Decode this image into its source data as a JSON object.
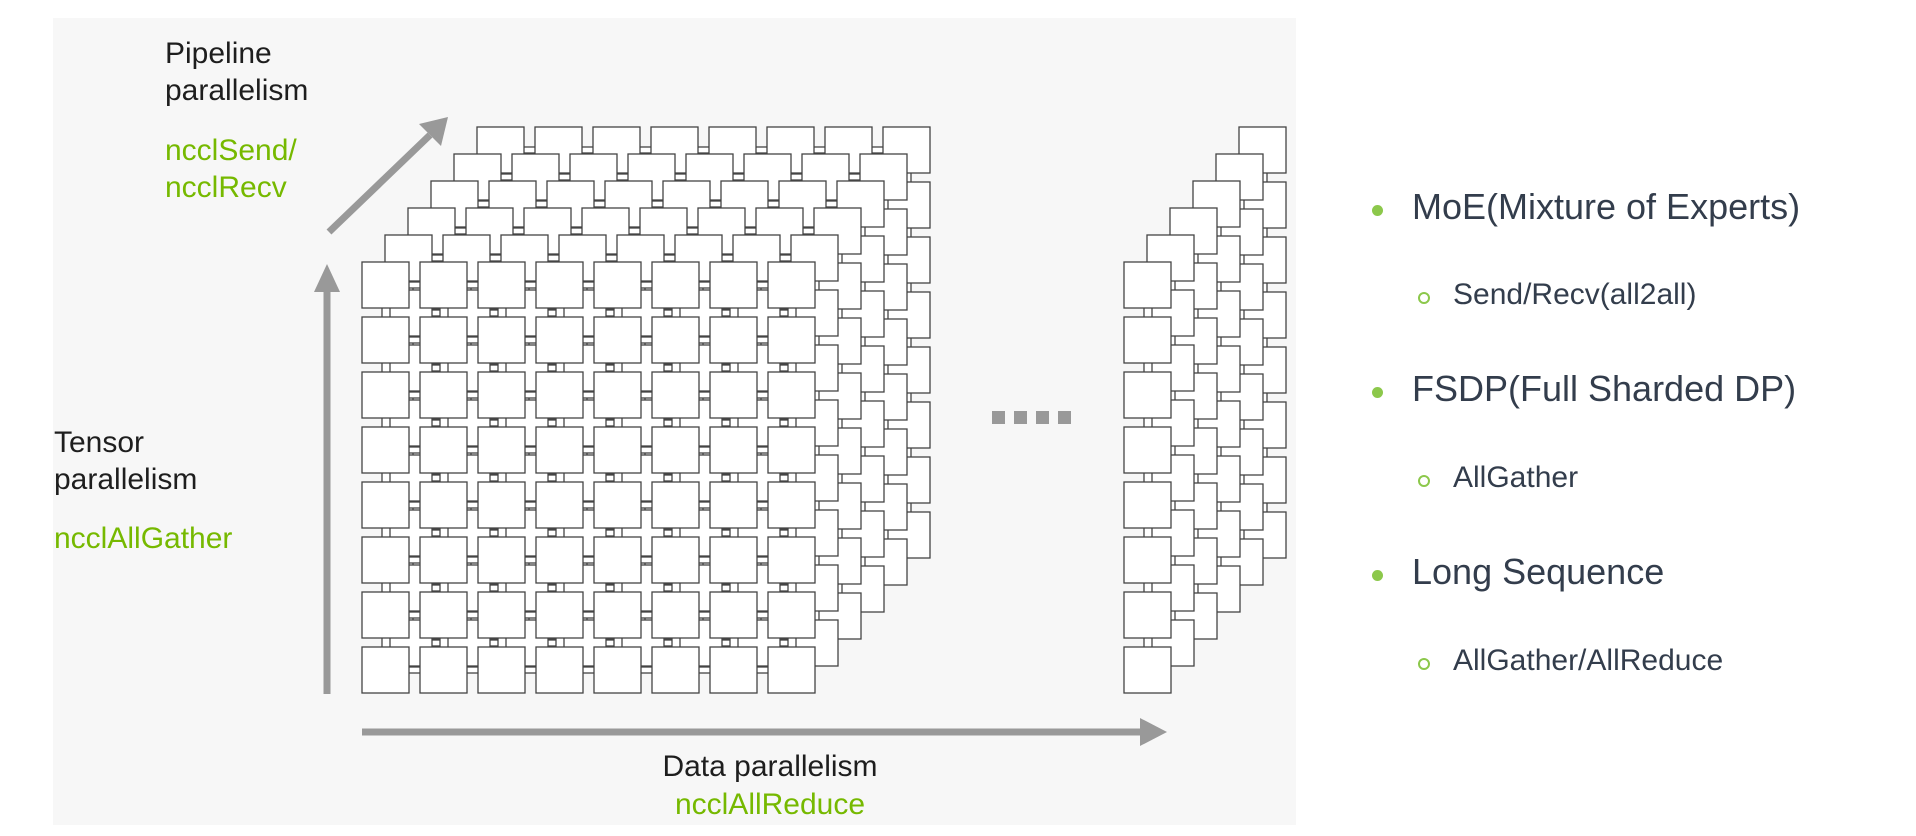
{
  "colors": {
    "accent": "#76b900",
    "bullet": "#8cc84b",
    "text": "#333d4c",
    "arrow": "#999999"
  },
  "diagram": {
    "pipeline": {
      "line1": "Pipeline",
      "line2": "parallelism",
      "op1": "ncclSend/",
      "op2": "ncclRecv"
    },
    "tensor": {
      "line1": "Tensor",
      "line2": "parallelism",
      "op": "ncclAllGather"
    },
    "data": {
      "line1": "Data parallelism",
      "op": "ncclAllReduce"
    },
    "grid": {
      "columns": 8,
      "rows": 8,
      "layers": 6,
      "extra_columns": 1
    }
  },
  "bullets": [
    {
      "label": "MoE(Mixture of Experts)",
      "sub": "Send/Recv(all2all)"
    },
    {
      "label": "FSDP(Full Sharded DP)",
      "sub": "AllGather"
    },
    {
      "label": "Long Sequence",
      "sub": "AllGather/AllReduce"
    }
  ]
}
